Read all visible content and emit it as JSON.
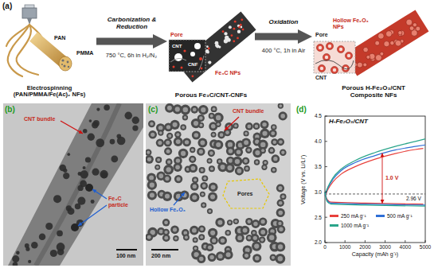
{
  "diagram": {
    "nodes": [
      {
        "text": [
          "Electrospinning (PAN/PMMA/Fe(Ac)₂ NFs)"
        ]
      },
      {
        "text": [
          "Porous Fe₃C/CNT-CNFs"
        ]
      },
      {
        "text": [
          "Porous H-Fe₂O₃/CNT Composite NFs"
        ]
      }
    ],
    "edges": [
      {
        "from": 0,
        "to": 1,
        "label": "Carbonization & Reduction",
        "arrow": "to"
      },
      {
        "from": 1,
        "to": 2,
        "label": "Oxidation",
        "arrow": "to"
      }
    ],
    "labels": [
      "(a)",
      "PAN",
      "PMMA",
      "750 °C, 6h in H₂/N₂",
      "Pore",
      "Fe₃C NPs",
      "CNT",
      "CNF",
      "400 °C, 1h in Air",
      "Hollow Fe₂O₃ NPs",
      "Pore",
      "CNT",
      "(b)",
      "CNT bundle",
      "Fe₃C particle",
      "100 nm",
      "(c)",
      "CNT bundle",
      "Hollow Fe₂O₃",
      "Pores",
      "200 nm",
      "(d)",
      "H-Fe₂O₃/CNT",
      "2.0",
      "2.5",
      "3.0",
      "3.5",
      "4.0",
      "4.5",
      "0",
      "1000",
      "2000",
      "3000",
      "4000",
      "5000",
      "Voltage (V vs. Li/Li⁺)",
      "Capacity (mAh g⁻¹)",
      "1.0 V",
      "2.96 V"
    ],
    "legend": [
      {
        "text": "250 mA g⁻¹",
        "color": "#e8413c"
      },
      {
        "text": "500 mA g⁻¹",
        "color": "#2f6fd6"
      },
      {
        "text": "1000 mA g⁻¹",
        "color": "#2aa58a"
      }
    ]
  }
}
